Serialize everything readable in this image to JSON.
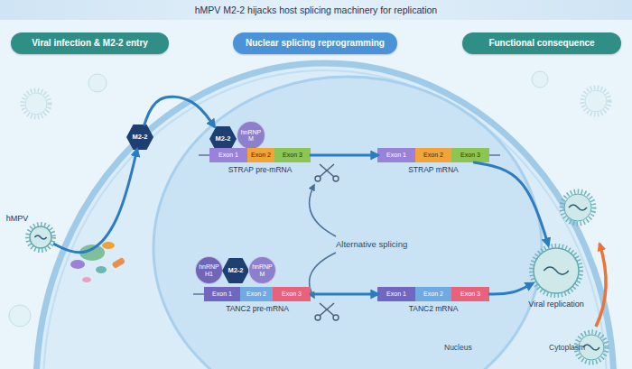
{
  "diagram": {
    "title": "hMPV M2-2 hijacks host splicing machinery for replication",
    "nodes": [
      {
        "text": [
          "Viral infection & M2-2 entry"
        ]
      },
      {
        "text": [
          "Nuclear splicing reprogramming"
        ]
      },
      {
        "text": [
          "Functional consequence"
        ]
      },
      {
        "text": [
          "hMPV"
        ]
      },
      {
        "text": [
          "M2-2"
        ]
      },
      {
        "text": [
          "M2-2"
        ]
      },
      {
        "text": [
          "hnRNP M"
        ]
      },
      {
        "text": [
          "STRAP pre-mRNA"
        ]
      },
      {
        "text": [
          "Exon 1"
        ],
        "in": 7
      },
      {
        "text": [
          "Exon 2"
        ],
        "in": 7
      },
      {
        "text": [
          "Exon 3"
        ],
        "in": 7
      },
      {
        "text": [
          "STRAP mRNA"
        ]
      },
      {
        "text": [
          "Exon 1"
        ],
        "in": 11
      },
      {
        "text": [
          "Exon 2"
        ],
        "in": 11
      },
      {
        "text": [
          "Exon 3"
        ],
        "in": 11
      },
      {
        "text": [
          "hnRNP H1"
        ]
      },
      {
        "text": [
          "M2-2"
        ]
      },
      {
        "text": [
          "hnRNP M"
        ]
      },
      {
        "text": [
          "TANC2 pre-mRNA"
        ]
      },
      {
        "text": [
          "Exon 1"
        ],
        "in": 18
      },
      {
        "text": [
          "Exon 2"
        ],
        "in": 18
      },
      {
        "text": [
          "Exon 3"
        ],
        "in": 18
      },
      {
        "text": [
          "TANC2 mRNA"
        ]
      },
      {
        "text": [
          "Exon 1"
        ],
        "in": 22
      },
      {
        "text": [
          "Exon 2"
        ],
        "in": 22
      },
      {
        "text": [
          "Exon 3"
        ],
        "in": 22
      },
      {
        "text": [
          "Viral replication"
        ]
      }
    ],
    "edges": [
      {
        "from": 3,
        "to": 4,
        "arrow": "to"
      },
      {
        "from": 4,
        "to": 5,
        "arrow": "to"
      },
      {
        "from": 7,
        "to": 11,
        "arrow": "to"
      },
      {
        "from": 18,
        "to": 22,
        "arrow": "to"
      },
      {
        "from": 11,
        "to": 26,
        "arrow": "to"
      },
      {
        "from": 22,
        "to": 26,
        "arrow": "to"
      }
    ],
    "labels": [
      "Alternative splicing",
      "Nucleus",
      "Cytoplasm"
    ]
  }
}
